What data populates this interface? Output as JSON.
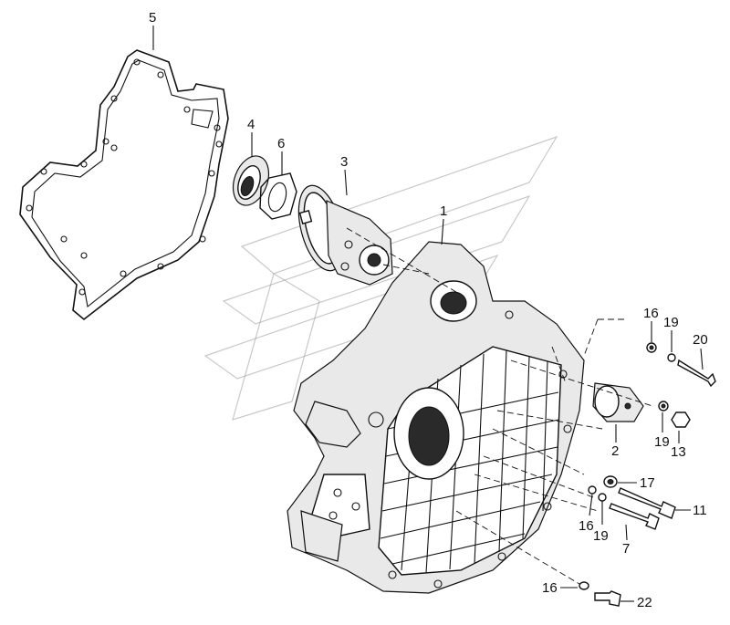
{
  "callouts": {
    "c1": "1",
    "c2": "2",
    "c3": "3",
    "c4": "4",
    "c5": "5",
    "c6": "6",
    "c7": "7",
    "c11": "11",
    "c13": "13",
    "c16a": "16",
    "c16b": "16",
    "c16c": "16",
    "c17": "17",
    "c19a": "19",
    "c19b": "19",
    "c19c": "19",
    "c20": "20",
    "c22": "22"
  }
}
